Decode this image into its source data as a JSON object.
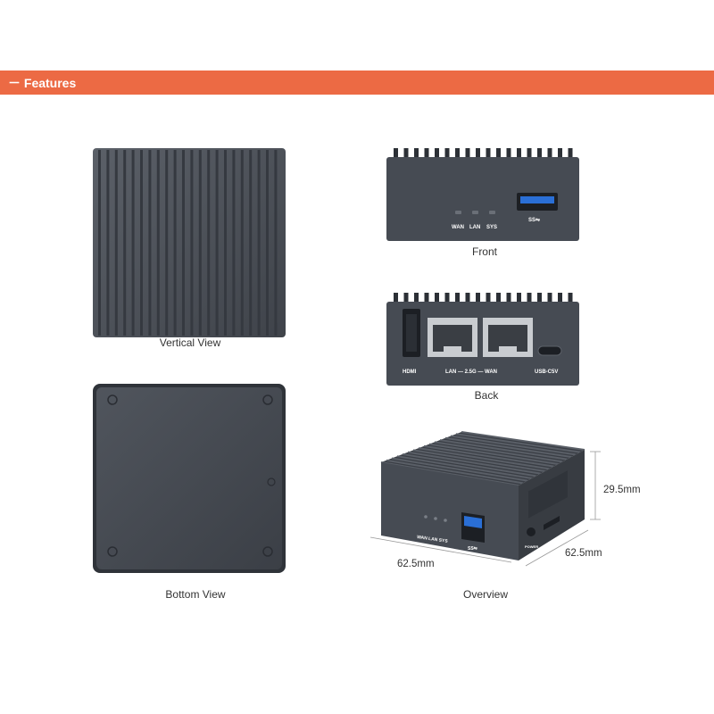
{
  "header": {
    "title": "－ Features",
    "color": "#ec6a44"
  },
  "views": {
    "vertical": "Vertical View",
    "bottom": "Bottom View",
    "front": "Front",
    "back": "Back",
    "overview": "Overview"
  },
  "front_panel": {
    "led_labels": [
      "WAN",
      "LAN",
      "SYS"
    ],
    "usb_mark": "SS⇋"
  },
  "back_panel": {
    "hdmi": "HDMI",
    "ports": "LAN — 2.5G — WAN",
    "usbc": "USB-C5V"
  },
  "overview_labels": {
    "leds": "WAN LAN SYS",
    "usb_mark": "SS⇋",
    "power": "POWER"
  },
  "dimensions": {
    "height": "29.5mm",
    "width": "62.5mm",
    "depth": "62.5mm"
  },
  "colors": {
    "device": "#454a52",
    "device_dark": "#30343a",
    "usb_blue": "#2a6fd6"
  }
}
